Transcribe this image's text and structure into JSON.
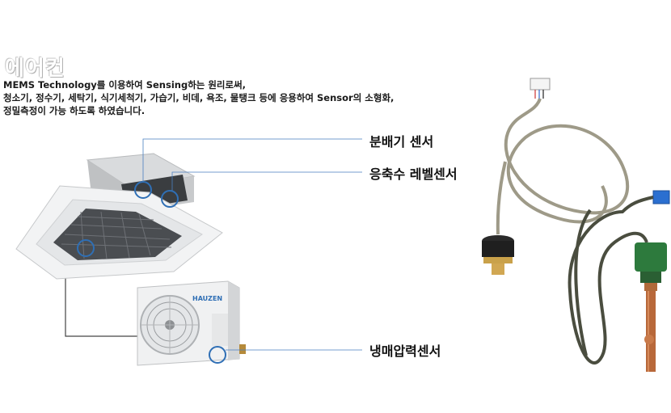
{
  "title": "에어컨",
  "description": [
    " MEMS Technology를 이용하여 Sensing하는 원리로써,",
    "청소기, 정수기, 세탁기, 식기세척기, 가습기, 비데, 욕조, 물탱크 등에 응용하여 Sensor의 소형화,",
    "정밀측정이 가능 하도록 하였습니다."
  ],
  "labels": {
    "distributor": "분배기 센서",
    "condensate": "응축수 레벨센서",
    "refrigerant": "냉매압력센서"
  },
  "brand": "HAUZEN",
  "colors": {
    "callout": "#2f6fb5",
    "connector": "#444444"
  },
  "icons": [
    "cassette-ac-image",
    "outdoor-unit-image",
    "pressure-sensor-image",
    "temperature-probe-image"
  ]
}
